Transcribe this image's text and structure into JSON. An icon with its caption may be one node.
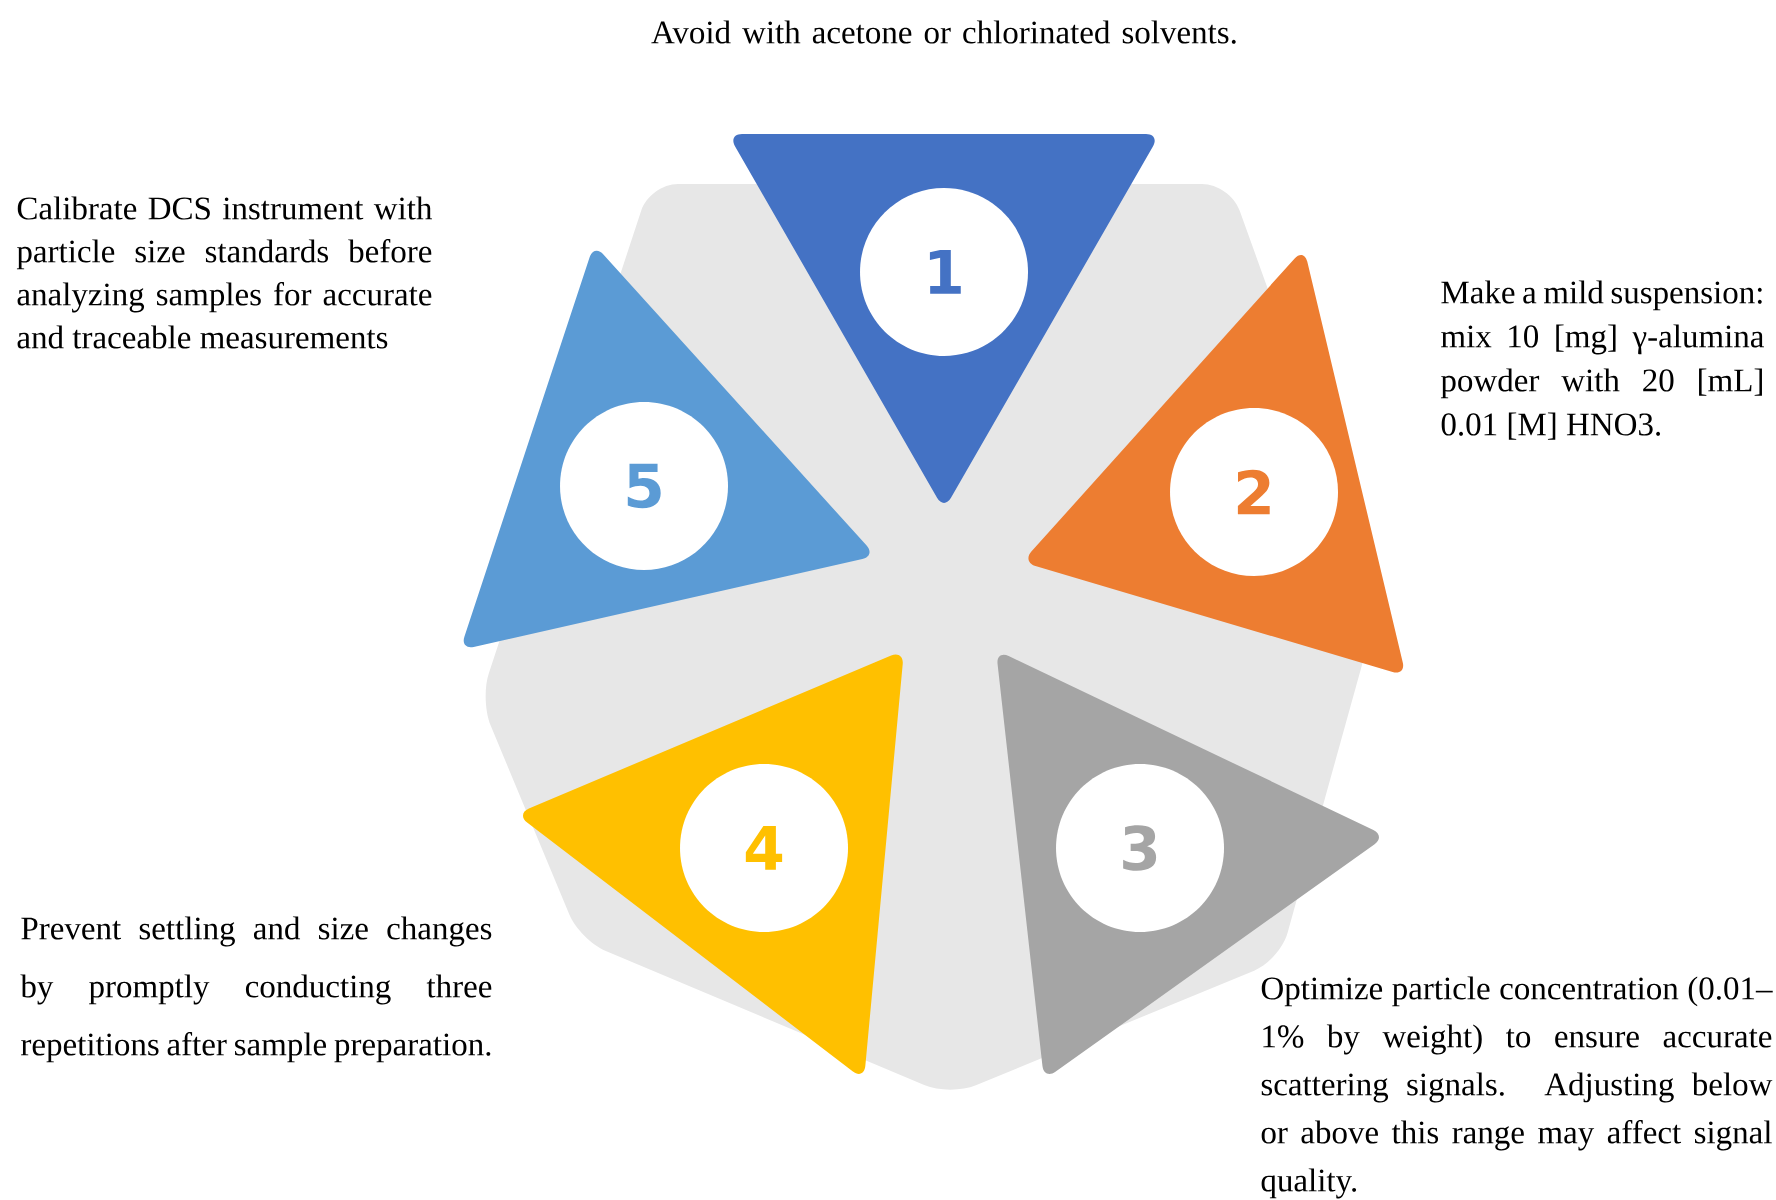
{
  "diagram": {
    "nodes": [
      {
        "text": [
          "1"
        ],
        "beside": [
          "Avoid with acetone or chlorinated solvents."
        ]
      },
      {
        "text": [
          "2"
        ],
        "beside": [
          "Make a mild suspension: mix 10 [mg] γ-alumina powder with 20 [mL] 0.01 [M] HNO3."
        ]
      },
      {
        "text": [
          "3"
        ],
        "beside": [
          "Optimize particle concentration (0.01–1% by weight) to ensure accurate scattering signals. Adjusting below or above this range may affect signal quality."
        ]
      },
      {
        "text": [
          "4"
        ],
        "beside": [
          "Prevent settling and size changes by promptly conducting three repetitions after sample preparation."
        ]
      },
      {
        "text": [
          "5"
        ],
        "beside": [
          "Calibrate DCS instrument with particle size standards before analyzing samples for accurate and traceable measurements"
        ]
      }
    ]
  }
}
